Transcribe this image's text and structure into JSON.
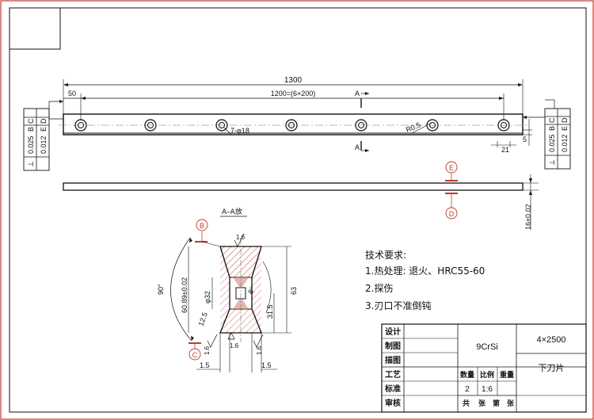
{
  "part_view": {
    "overall_length": "1300",
    "end_offset": "50",
    "hole_pitch": "1200=(6×200)",
    "holes_callout": "7-φ18",
    "radius": "R0.5",
    "width_dim": "5",
    "edge_dim": "21",
    "section_mark": "A"
  },
  "tolerance_left": {
    "symbol": "⊥",
    "rows": [
      {
        "value": "0.025",
        "ref1": "B",
        "ref2": "C"
      },
      {
        "value": "0.012",
        "ref1": "E",
        "ref2": "D"
      }
    ]
  },
  "tolerance_right": {
    "symbol": "⊥",
    "rows": [
      {
        "value": "0.025",
        "ref1": "B",
        "ref2": "C"
      },
      {
        "value": "0.012",
        "ref1": "E",
        "ref2": "D"
      }
    ]
  },
  "side_view": {
    "thickness": "16±0.02",
    "datum_top": "E",
    "datum_bottom": "D"
  },
  "section_view": {
    "title": "A–A放",
    "datum_top": "B",
    "datum_bottom": "C",
    "angle_90": "90°",
    "dim_6089": "60.89±0.02",
    "dim_32": "φ32",
    "dim_125": "12.5",
    "dim_315": "31.5",
    "dim_63": "63",
    "angle_8": "8°",
    "rough_top": "1.6",
    "rough_left": "1.6",
    "rough_center": "1.6",
    "rough_right": "1.6",
    "dim_15_left": "1.5",
    "dim_15_right": "1.5"
  },
  "requirements": {
    "title": "技术要求:",
    "items": [
      "1.热处理: 退火、HRC55-60",
      "2.探伤",
      "3.刃口不准倒钝"
    ]
  },
  "title_block": {
    "labels": [
      "设计",
      "制图",
      "描图",
      "工艺",
      "标准",
      "审核"
    ],
    "material": "9CrSi",
    "size": "4×2500",
    "part_name": "下刀片",
    "qty_label": "数量",
    "scale_label": "比例",
    "weight_label": "重量",
    "qty": "2",
    "scale": "1:6",
    "total_label": "共",
    "sheets_label": "张",
    "sheet_label": "第",
    "sheet_label_2": "张"
  },
  "colors": {
    "line": "#111111",
    "accent": "#c0392b",
    "hatch": "#d4837a"
  }
}
